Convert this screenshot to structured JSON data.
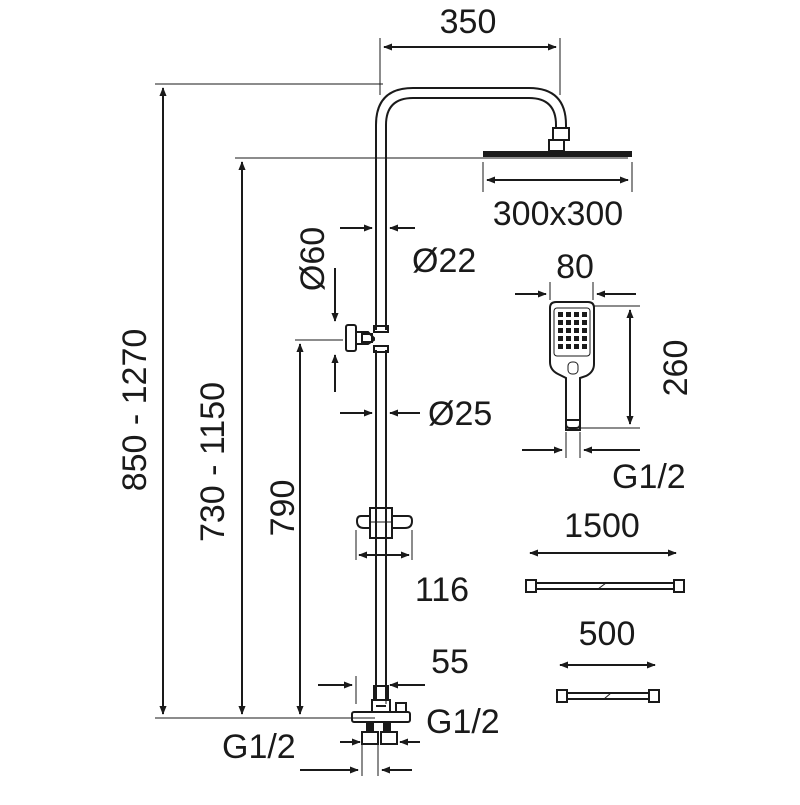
{
  "dimensions": {
    "width_350": "350",
    "head_300": "300x300",
    "pipe_d22": "Ø22",
    "holder_d60": "Ø60",
    "pipe_d25": "Ø25",
    "hand_80": "80",
    "hand_260": "260",
    "hand_conn": "G1/2",
    "total_height": "850 - 1270",
    "head_height": "730 - 1150",
    "holder_height": "790",
    "slider_116": "116",
    "hose_1500": "1500",
    "hose_500": "500",
    "valve_55": "55",
    "valve_g12_right": "G1/2",
    "valve_g12_left": "G1/2"
  },
  "colors": {
    "ink": "#1a1a1a"
  }
}
